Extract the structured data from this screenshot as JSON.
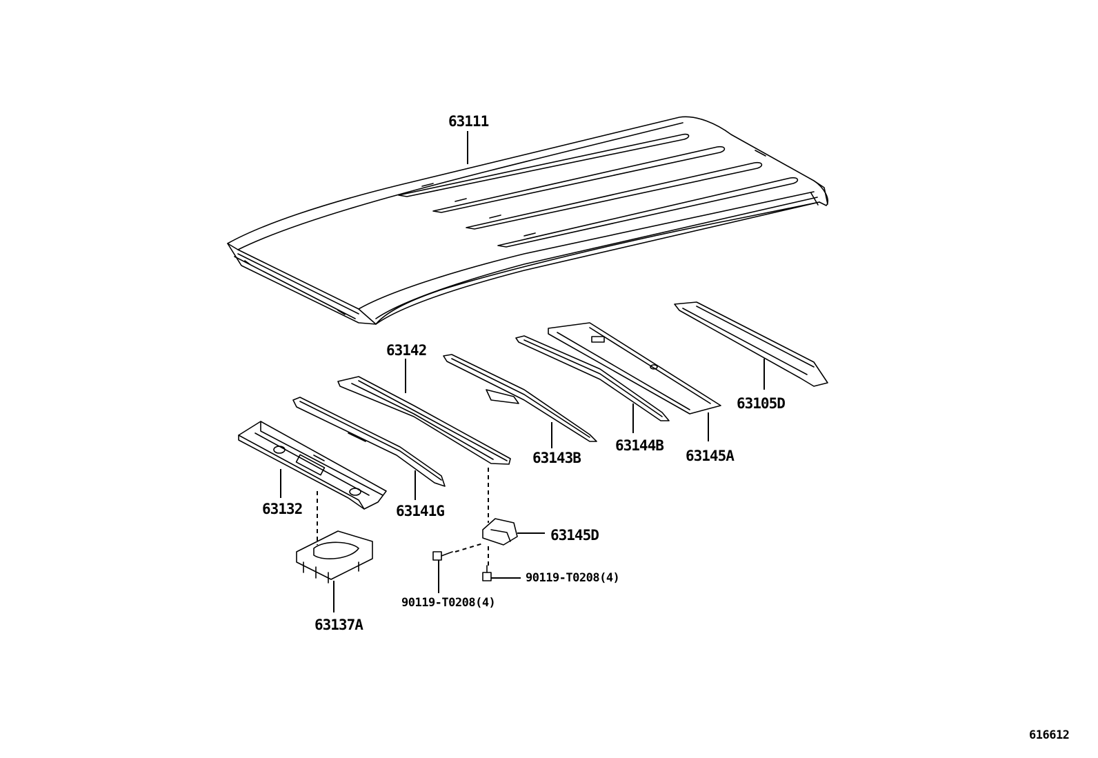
{
  "diagram": {
    "labels": {
      "roof_panel": "63111",
      "header_panel": "63142",
      "windshield_header": "63132",
      "roof_bow_front": "63141G",
      "roof_bow_center": "63143B",
      "roof_bow_rear_1": "63144B",
      "roof_bow_rear_2": "63145A",
      "back_header": "63105D",
      "roof_bracket": "63145D",
      "bolt_right": "90119-T0208(4)",
      "bolt_left": "90119-T0208(4)",
      "reinforcement": "63137A"
    },
    "illustration_number": "616612"
  }
}
